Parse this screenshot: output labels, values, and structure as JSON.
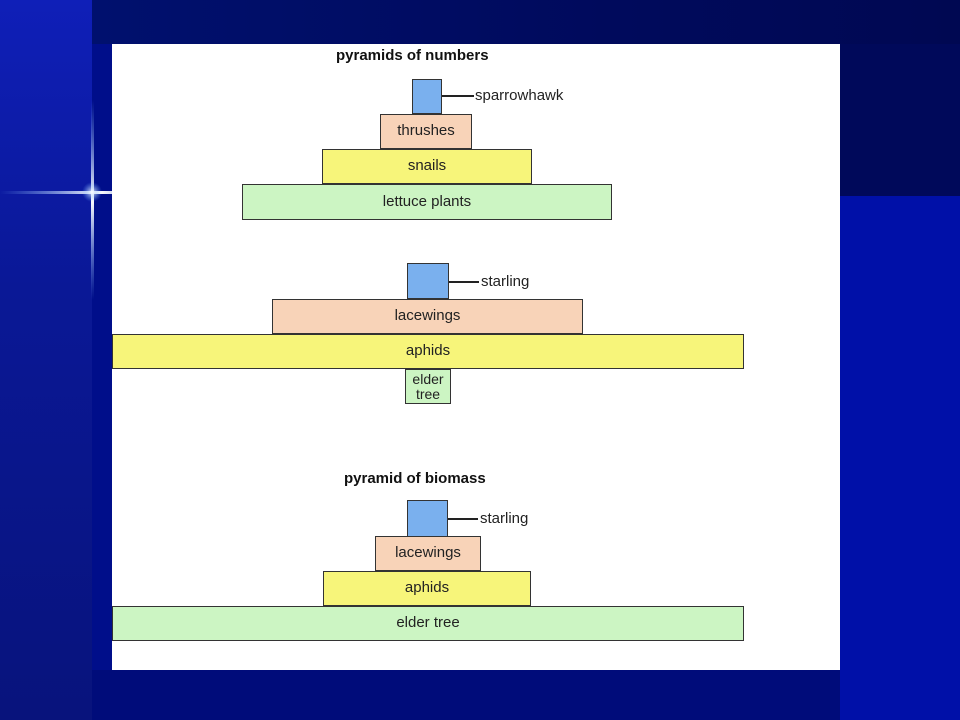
{
  "slide": {
    "colors": {
      "background": "#000e8a",
      "panel": "#ffffff"
    },
    "decor_icon": "sparkle-icon"
  },
  "diagram": {
    "colors": {
      "producer": "#ccf5c3",
      "primary": "#f7f57a",
      "secondary": "#f8d3b8",
      "tertiary": "#7ab0ee"
    },
    "numbers_title": "pyramids of numbers",
    "biomass_title": "pyramid of biomass",
    "pyramid1": {
      "producer": "lettuce plants",
      "primary": "snails",
      "secondary": "thrushes",
      "tertiary": "sparrowhawk"
    },
    "pyramid2": {
      "producer_line1": "elder",
      "producer_line2": "tree",
      "primary": "aphids",
      "secondary": "lacewings",
      "tertiary": "starling"
    },
    "pyramid3": {
      "producer": "elder tree",
      "primary": "aphids",
      "secondary": "lacewings",
      "tertiary": "starling"
    }
  }
}
